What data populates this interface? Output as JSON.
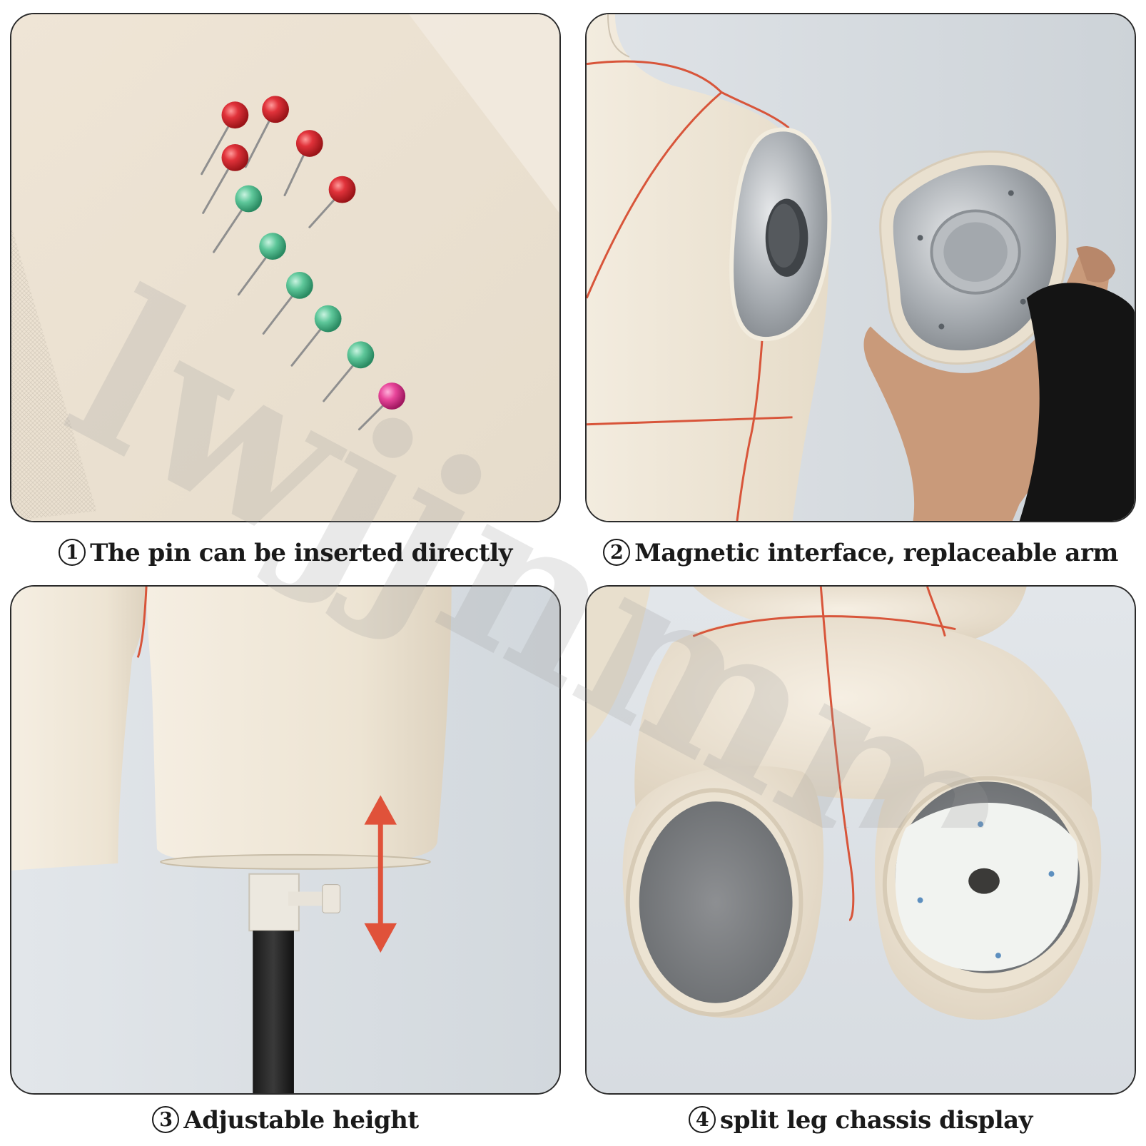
{
  "captions": [
    {
      "num": "1",
      "text": "The pin can be inserted directly"
    },
    {
      "num": "2",
      "text": "Magnetic interface, replaceable arm"
    },
    {
      "num": "3",
      "text": "Adjustable height"
    },
    {
      "num": "4",
      "text": "split leg chassis display"
    }
  ],
  "watermark": "lwjjnmm",
  "colors": {
    "fabric": "#efe6d6",
    "seam_tape": "#d8553a",
    "pin_red": "#e0323a",
    "pin_green": "#5ec79a",
    "pin_pink": "#e8459a",
    "background": "#e4e8ec",
    "arrow": "#e0523a"
  }
}
